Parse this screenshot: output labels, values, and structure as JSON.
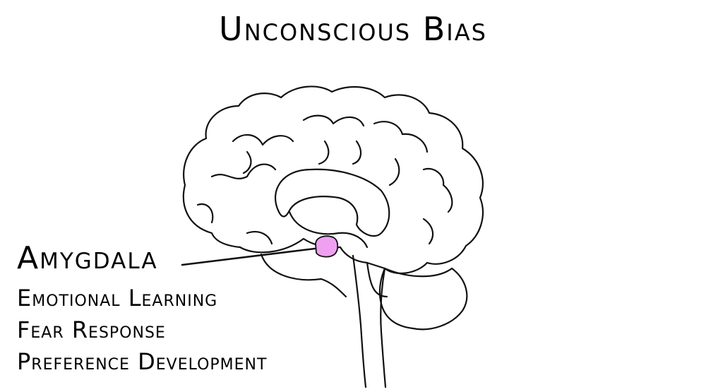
{
  "title": "Unconscious Bias",
  "brain_region": {
    "name": "Amygdala",
    "highlight_color": "#f0a0f0",
    "functions": [
      "Emotional Learning",
      "Fear Response",
      "Preference Development"
    ]
  },
  "icons": {
    "brain": "brain-sagittal-illustration"
  }
}
